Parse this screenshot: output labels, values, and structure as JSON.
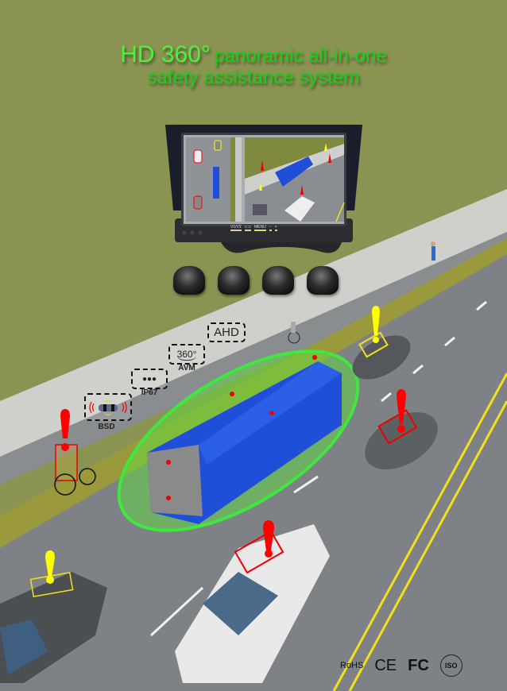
{
  "headline": {
    "line1_big": "HD 360°",
    "line1_small": "panoramic all-in-one",
    "line2": "safety assistance system"
  },
  "monitor": {
    "buttons": [
      "V1/V2",
      "⊂⊃",
      "MENU",
      "−",
      "+"
    ],
    "screen_views": [
      "top-view",
      "perspective-view"
    ]
  },
  "cameras": {
    "count": 4
  },
  "features": [
    {
      "id": "ahd",
      "label": "AHD",
      "caption": ""
    },
    {
      "id": "avm",
      "label": "360°",
      "caption": "AVM"
    },
    {
      "id": "ip67",
      "label": "💧💧💧",
      "caption": "IP67"
    },
    {
      "id": "bsd",
      "label": "",
      "caption": "BSD"
    }
  ],
  "alerts": {
    "warning_color": "#ff0000",
    "caution_color": "#ffff00",
    "zone_color": "#3ee83e"
  },
  "certifications": [
    "RoHS",
    "CE",
    "FC",
    "ISO"
  ],
  "colors": {
    "grass": "#8a9352",
    "sidewalk": "#cfd0cc",
    "road": "#7e8286",
    "bus": "#1f4fd8",
    "title_green": "#22e022",
    "lane_yellow": "#f2e01a"
  }
}
